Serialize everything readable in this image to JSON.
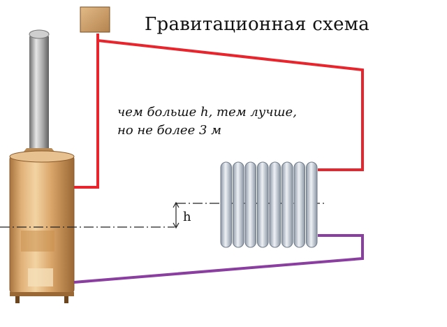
{
  "title": "Гравитационная схема",
  "note": {
    "line1": "чем больше h, тем лучше,",
    "line2": "но не более 3 м"
  },
  "height_label": "h",
  "colors": {
    "supply_pipe": "#e8252c",
    "return_pipe": "#8a3fa0",
    "boiler_body": "#d4a06a",
    "radiator": "#b9c3cf",
    "chimney": "#8c8c8c",
    "tank": "#c99a64"
  },
  "radiator": {
    "sections": 8
  }
}
